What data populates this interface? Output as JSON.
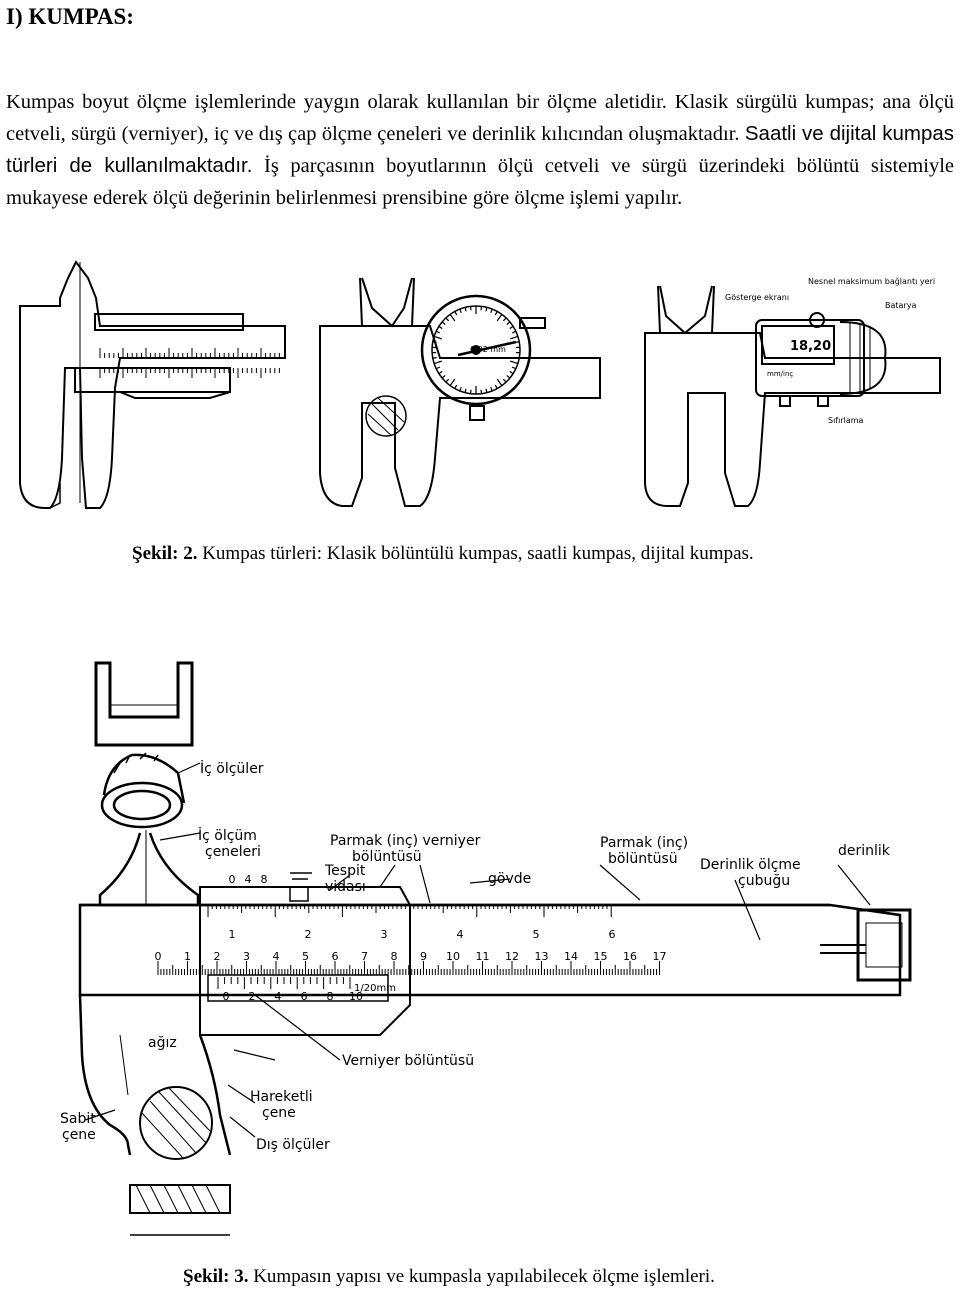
{
  "heading": "I) KUMPAS:",
  "intro": {
    "part1": "Kumpas boyut ölçme işlemlerinde yaygın olarak kullanılan bir ölçme aletidir. Klasik sürgülü kumpas; ana ölçü cetveli, sürgü (verniyer), iç ve dış çap ölçme çeneleri ve derinlik kılıcından oluşmaktadır. ",
    "part2": "Saatli ve dijital kumpas türleri de kullanılmaktadır.",
    "part3": " İş parçasının boyutlarının ölçü cetveli ve sürgü üzerindeki bölüntü sistemiyle mukayese ederek ölçü değerinin belirlenmesi prensibine göre ölçme işlemi yapılır."
  },
  "figure2": {
    "caption_bold": "Şekil: 2.",
    "caption_text": " Kumpas türleri: Klasik bölüntülü kumpas, saatli kumpas, dijital kumpas.",
    "dial_unit": "0,02 mm",
    "digital_display": "18,20",
    "digital_unit": "mm/inç",
    "labels": {
      "display": "Gösterge ekranı",
      "max_output": "Nesnel maksimum bağlantı yeri",
      "battery": "Batarya",
      "zero": "Sıfırlama"
    }
  },
  "figure3": {
    "caption_bold": "Şekil: 3.",
    "caption_text": " Kumpasın yapısı ve kumpasla yapılabilecek ölçme işlemleri.",
    "labels": {
      "ic_olculer": "İç ölçüler",
      "ic_olcum_ceneleri_1": "İç ölçüm",
      "ic_olcum_ceneleri_2": "çeneleri",
      "parmak_verniyer_1": "Parmak (inç) verniyer",
      "parmak_verniyer_2": "bölüntüsü",
      "tespit_1": "Tespit",
      "tespit_2": "vidası",
      "govde": "gövde",
      "parmak_bolunt_1": "Parmak (inç)",
      "parmak_bolunt_2": "bölüntüsü",
      "derinlik_cubugu_1": "Derinlik ölçme",
      "derinlik_cubugu_2": "çubuğu",
      "derinlik": "derinlik",
      "agiz": "ağız",
      "verniyer_bolunt": "Verniyer bölüntüsü",
      "hareketli_1": "Hareketli",
      "hareketli_2": "çene",
      "sabit_1": "Sabit",
      "sabit_2": "çene",
      "dis_olculer": "Dış ölçüler",
      "vernier_unit": "1/20mm"
    },
    "main_scale": [
      "0",
      "1",
      "2",
      "3",
      "4",
      "5",
      "6",
      "7",
      "8",
      "9",
      "10",
      "11",
      "12",
      "13",
      "14",
      "15",
      "16",
      "17"
    ],
    "inch_scale": [
      "1",
      "2",
      "3",
      "4",
      "5",
      "6"
    ],
    "vernier_scale": [
      "0",
      "2",
      "4",
      "6",
      "8",
      "10"
    ],
    "inch_vernier": [
      "0",
      "4",
      "8"
    ]
  }
}
